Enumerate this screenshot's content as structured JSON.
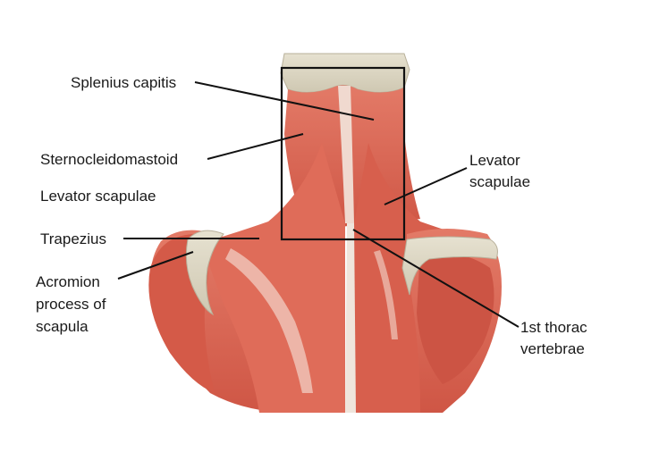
{
  "labels": {
    "splenius_capitis": "Splenius capitis",
    "sternocleidomastoid": "Sternocleidomastoid",
    "levator_scapulae_left": "Levator scapulae",
    "trapezius": "Trapezius",
    "acromion_line1": "Acromion",
    "acromion_line2": "process of",
    "acromion_line3": "scapula",
    "levator_right_line1": "Levator",
    "levator_right_line2": "scapulae",
    "thoracic_line1": "1st thorac",
    "thoracic_line2": "vertebrae"
  },
  "colors": {
    "muscle": "#d9604f",
    "muscle_light": "#e9907f",
    "muscle_dark": "#b5473a",
    "tendon": "#f3e6df",
    "bone": "#dcd6c3",
    "bone_shadow": "#bfb8a2",
    "leader": "#111111",
    "box": "#111111"
  }
}
